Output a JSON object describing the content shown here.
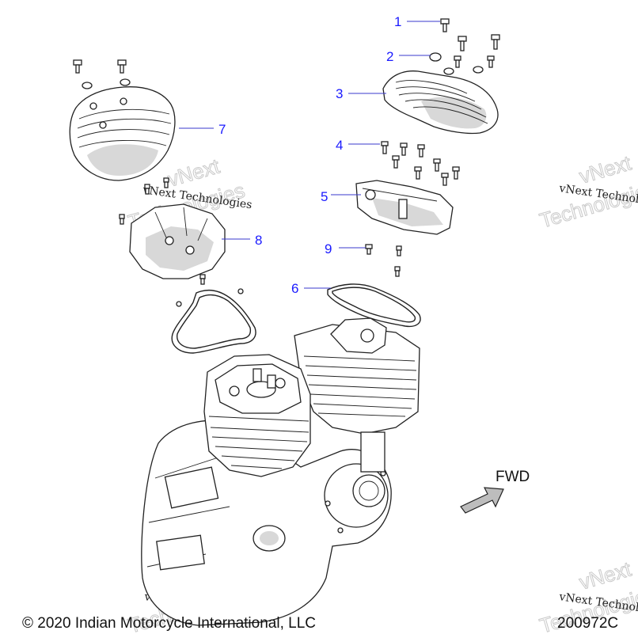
{
  "callouts": [
    {
      "label": "1"
    },
    {
      "label": "2"
    },
    {
      "label": "3"
    },
    {
      "label": "4"
    },
    {
      "label": "5"
    },
    {
      "label": "6"
    },
    {
      "label": "7"
    },
    {
      "label": "8"
    },
    {
      "label": "9"
    }
  ],
  "direction_label": "FWD",
  "copyright": "© 2020 Indian Motorcycle International, LLC",
  "diagram_number": "200972C",
  "watermark": {
    "line1": "vNext Technologies",
    "line2": "vNext",
    "line3": "Technologies"
  },
  "colors": {
    "callout": "#1a1aff",
    "arrow_fill": "#bdbdbd",
    "line": "#222222"
  }
}
